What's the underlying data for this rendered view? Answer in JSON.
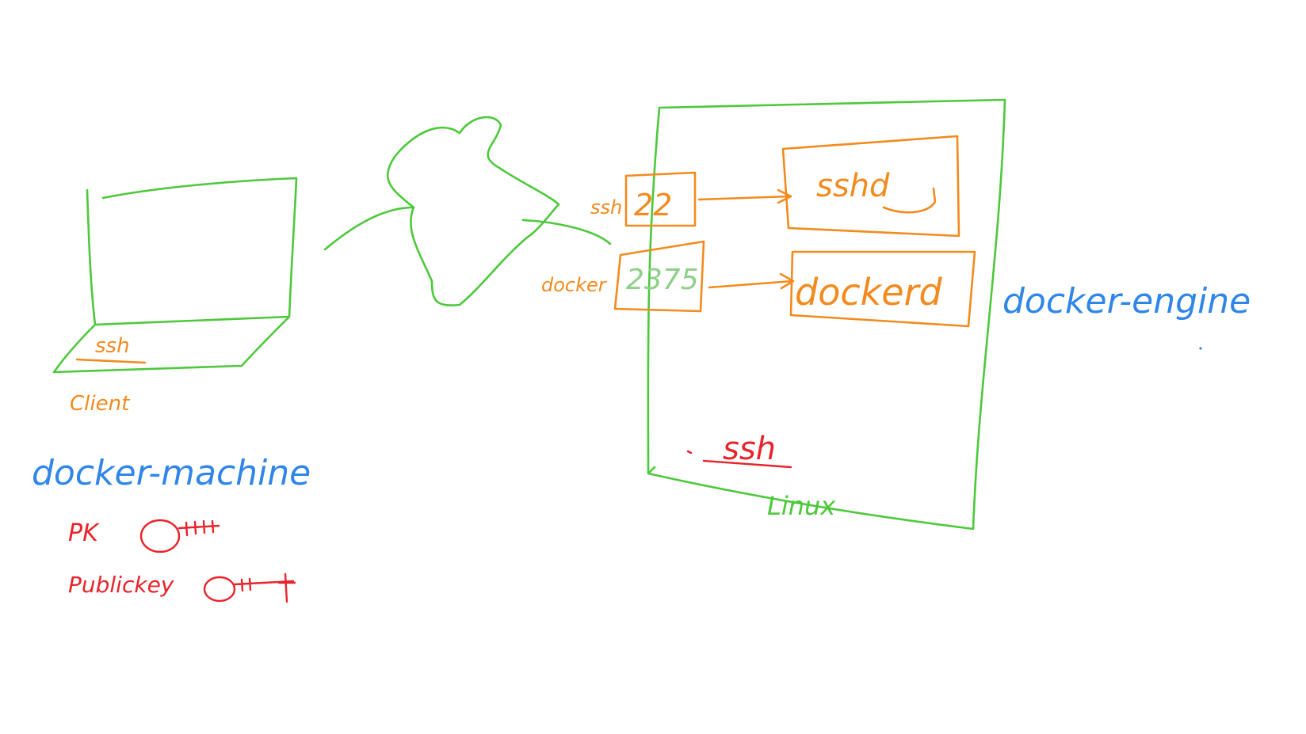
{
  "colors": {
    "green": "#4cc83a",
    "orange": "#f28a1e",
    "blue": "#2f86e8",
    "red": "#e8232a",
    "pale_green": "#8fcf8a"
  },
  "client": {
    "app_label": "ssh",
    "caption": "Client"
  },
  "docker_machine": {
    "title": "docker-machine",
    "pk_label": "PK",
    "pubkey_label": "Publickey"
  },
  "server": {
    "port_ssh": "22",
    "port_ssh_label": "ssh",
    "port_docker": "2375",
    "port_docker_label": "docker",
    "service_ssh": "sshd",
    "service_docker": "dockerd",
    "note": "ssh",
    "os_label": "Linux",
    "engine_label": "docker-engine"
  }
}
